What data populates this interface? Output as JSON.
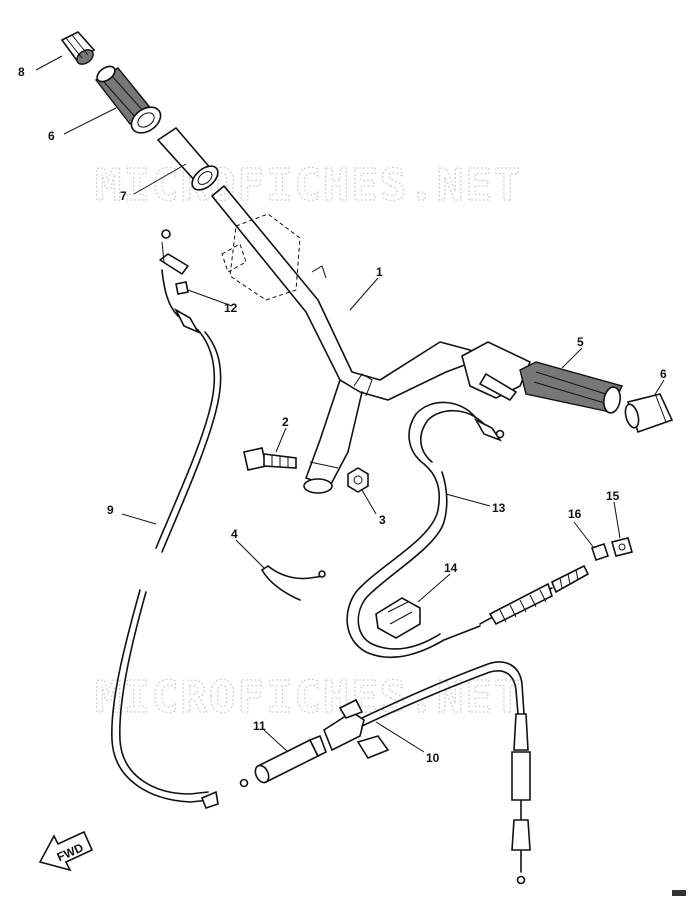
{
  "watermark": "MICROFICHES.NET",
  "fwd_label": "FWD",
  "callouts": {
    "c1": "1",
    "c2": "2",
    "c3": "3",
    "c4": "4",
    "c5": "5",
    "c6a": "6",
    "c6b": "6",
    "c7": "7",
    "c8": "8",
    "c9": "9",
    "c10": "10",
    "c11": "11",
    "c12": "12",
    "c13": "13",
    "c14": "14",
    "c15": "15",
    "c16": "16"
  }
}
